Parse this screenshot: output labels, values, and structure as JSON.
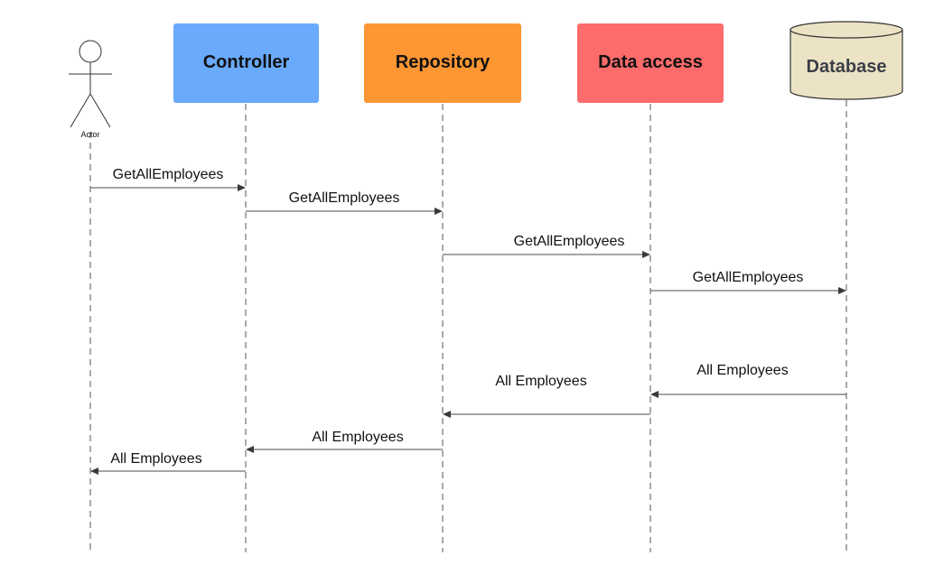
{
  "participants": {
    "actor": {
      "label": "Actor"
    },
    "controller": {
      "label": "Controller",
      "fill": "#6aaafc",
      "text_color": "#111111"
    },
    "repository": {
      "label": "Repository",
      "fill": "#fd9633",
      "text_color": "#111111"
    },
    "data_access": {
      "label": "Data access",
      "fill": "#fe6b6b",
      "text_color": "#111111"
    },
    "database": {
      "label": "Database",
      "fill": "#ece2c5",
      "text_color": "#3a3f47"
    }
  },
  "messages": [
    {
      "label": "GetAllEmployees",
      "from": "actor",
      "to": "controller"
    },
    {
      "label": "GetAllEmployees",
      "from": "controller",
      "to": "repository"
    },
    {
      "label": "GetAllEmployees",
      "from": "repository",
      "to": "data_access"
    },
    {
      "label": "GetAllEmployees",
      "from": "data_access",
      "to": "database"
    },
    {
      "label": "All Employees",
      "from": "database",
      "to": "data_access"
    },
    {
      "label": "All Employees",
      "from": "data_access",
      "to": "repository"
    },
    {
      "label": "All Employees",
      "from": "repository",
      "to": "controller"
    },
    {
      "label": "All Employees",
      "from": "controller",
      "to": "actor"
    }
  ]
}
